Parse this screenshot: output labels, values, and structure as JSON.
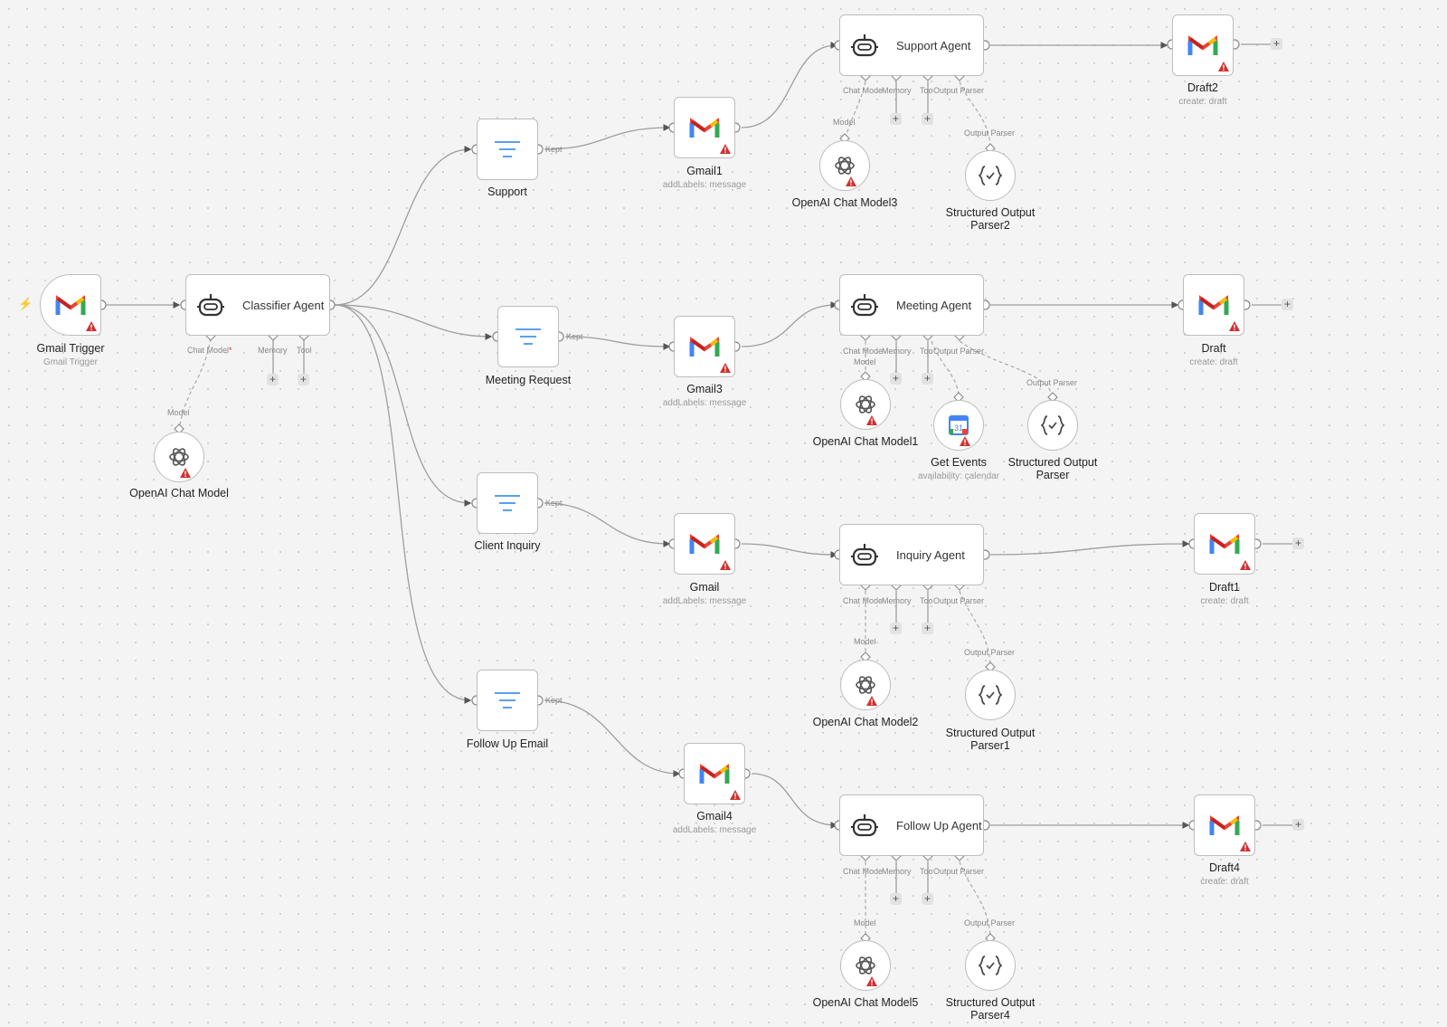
{
  "nodes": {
    "gmail_trigger": {
      "name": "Gmail Trigger",
      "sub": "Gmail Trigger"
    },
    "classifier": {
      "name": "Classifier Agent"
    },
    "openai_chat_model": {
      "name": "OpenAI Chat Model"
    },
    "support_filter": {
      "name": "Support"
    },
    "meeting_filter": {
      "name": "Meeting Request"
    },
    "inquiry_filter": {
      "name": "Client Inquiry"
    },
    "followup_filter": {
      "name": "Follow Up Email"
    },
    "gmail1": {
      "name": "Gmail1",
      "sub": "addLabels: message"
    },
    "gmail3": {
      "name": "Gmail3",
      "sub": "addLabels: message"
    },
    "gmail": {
      "name": "Gmail",
      "sub": "addLabels: message"
    },
    "gmail4": {
      "name": "Gmail4",
      "sub": "addLabels: message"
    },
    "support_agent": {
      "name": "Support Agent"
    },
    "meeting_agent": {
      "name": "Meeting Agent"
    },
    "inquiry_agent": {
      "name": "Inquiry Agent"
    },
    "followup_agent": {
      "name": "Follow Up Agent"
    },
    "draft2": {
      "name": "Draft2",
      "sub": "create: draft"
    },
    "draft": {
      "name": "Draft",
      "sub": "create: draft"
    },
    "draft1": {
      "name": "Draft1",
      "sub": "create: draft"
    },
    "draft4": {
      "name": "Draft4",
      "sub": "create: draft"
    },
    "openai3": {
      "name": "OpenAI Chat Model3"
    },
    "openai1": {
      "name": "OpenAI Chat Model1"
    },
    "openai2": {
      "name": "OpenAI Chat Model2"
    },
    "openai5": {
      "name": "OpenAI Chat Model5"
    },
    "parser2": {
      "line1": "Structured Output",
      "line2": "Parser2"
    },
    "parser": {
      "line1": "Structured Output",
      "line2": "Parser"
    },
    "parser1": {
      "line1": "Structured Output",
      "line2": "Parser1"
    },
    "parser4": {
      "line1": "Structured Output",
      "line2": "Parser4"
    },
    "get_events": {
      "name": "Get Events",
      "sub": "availability: calendar"
    }
  },
  "handles": {
    "chat_model": "Chat Model",
    "chat_model_trunc": "Chat Mode",
    "memory": "Memory",
    "tool": "Tool",
    "tool_trunc": "Too",
    "output_parser": "Output Parser",
    "model": "Model",
    "kept": "Kept",
    "required_star": "*"
  },
  "icons": {
    "trigger": "lightning-bolt-icon",
    "gmail": "gmail-icon",
    "agent": "robot-icon",
    "filter": "filter-icon",
    "openai": "openai-icon",
    "parser": "json-braces-icon",
    "calendar": "google-calendar-icon",
    "warning": "warning-triangle-icon"
  },
  "colors": {
    "wire": "#9e9e9e",
    "node_border": "#bdbdbd",
    "filter_icon": "#5aa0f0",
    "warning": "#d32f2f",
    "trigger_bolt": "#ff6d3a"
  }
}
